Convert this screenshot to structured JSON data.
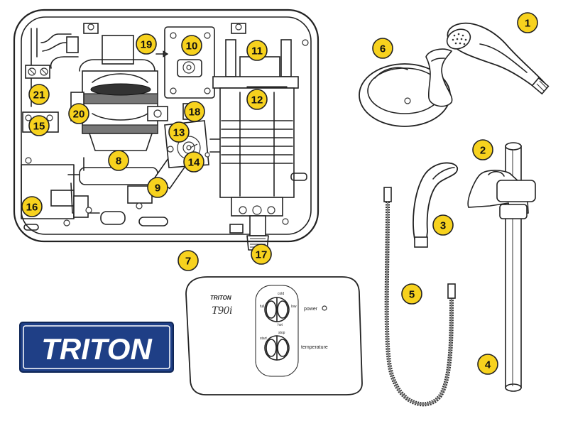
{
  "brand": {
    "logo_text": "TRITON",
    "logo_color": "#1f3f86",
    "logo_border_color": "#0f2656"
  },
  "front_cover": {
    "brand_text": "TRITON",
    "model_text": "T90i",
    "label_cold": "cold",
    "label_full": "full",
    "label_low": "low",
    "label_hot": "hot",
    "label_power": "power",
    "label_stop": "stop",
    "label_start": "start",
    "label_temperature": "temperature"
  },
  "callout_style": {
    "fill": "#f7d21e",
    "stroke": "#222222"
  },
  "callouts": [
    {
      "id": 1,
      "label": "1"
    },
    {
      "id": 2,
      "label": "2"
    },
    {
      "id": 3,
      "label": "3"
    },
    {
      "id": 4,
      "label": "4"
    },
    {
      "id": 5,
      "label": "5"
    },
    {
      "id": 6,
      "label": "6"
    },
    {
      "id": 7,
      "label": "7"
    },
    {
      "id": 8,
      "label": "8"
    },
    {
      "id": 9,
      "label": "9"
    },
    {
      "id": 10,
      "label": "10"
    },
    {
      "id": 11,
      "label": "11"
    },
    {
      "id": 12,
      "label": "12"
    },
    {
      "id": 13,
      "label": "13"
    },
    {
      "id": 14,
      "label": "14"
    },
    {
      "id": 15,
      "label": "15"
    },
    {
      "id": 16,
      "label": "16"
    },
    {
      "id": 17,
      "label": "17"
    },
    {
      "id": 18,
      "label": "18"
    },
    {
      "id": 19,
      "label": "19"
    },
    {
      "id": 20,
      "label": "20"
    },
    {
      "id": 21,
      "label": "21"
    }
  ]
}
